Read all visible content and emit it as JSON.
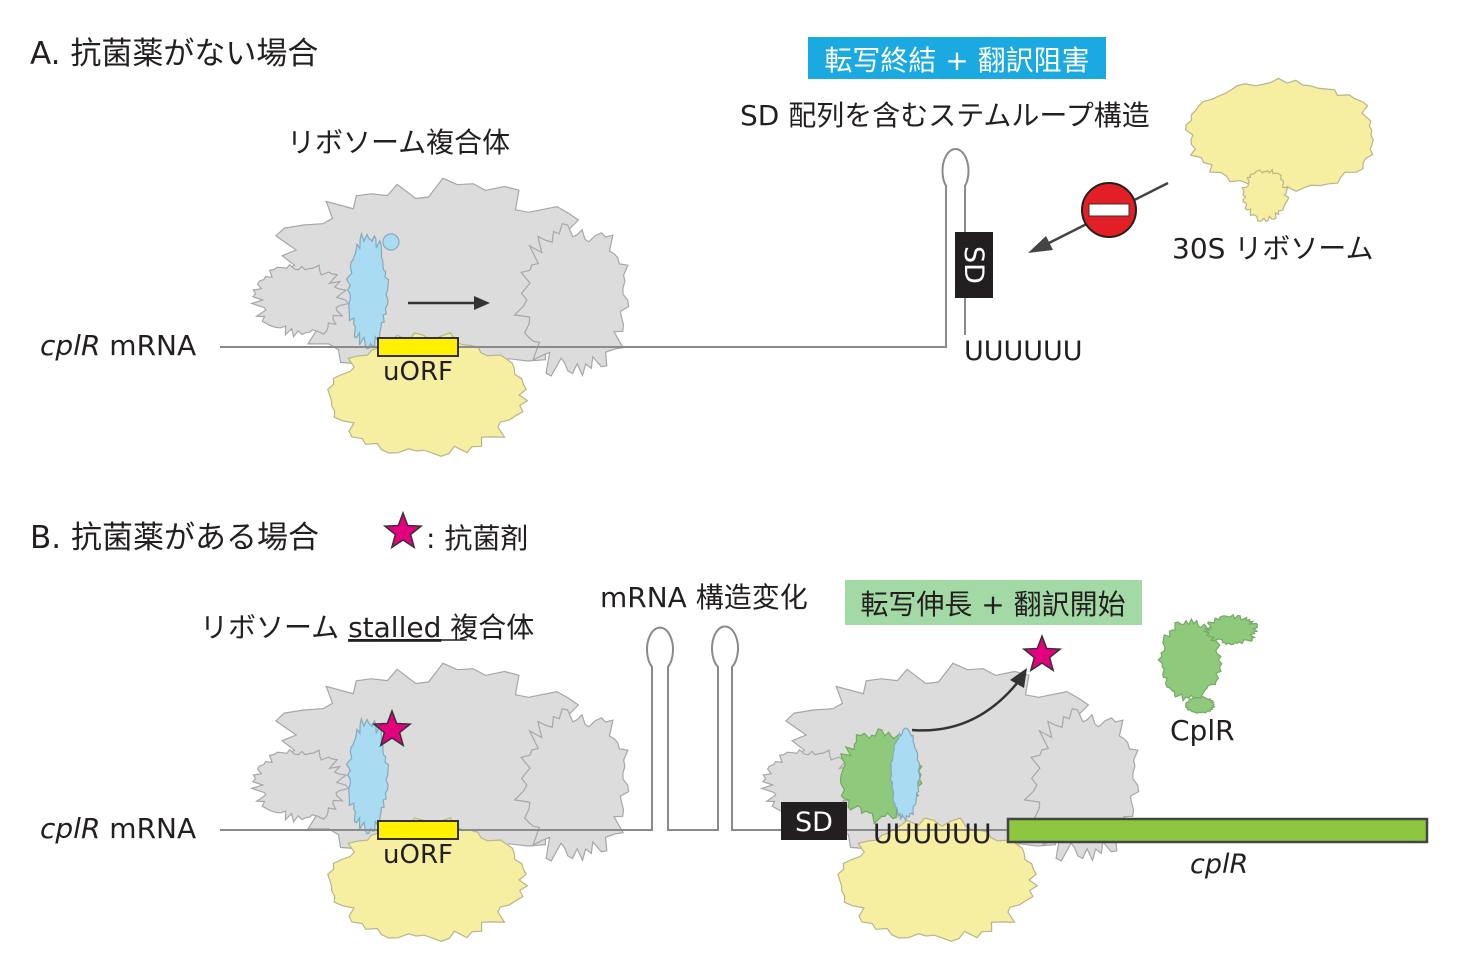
{
  "panel_a": {
    "title": "A. 抗菌薬がない場合",
    "ribosome_complex_label": "リボソーム複合体",
    "mrna_gene": "cplR",
    "mrna_suffix": " mRNA",
    "uorf_label": "uORF",
    "outcome_badge": "転写終結 + 翻訳阻害",
    "stem_loop_label": "SD 配列を含むステムループ構造",
    "sd_label": "SD",
    "polyu_label": "UUUUUU",
    "ribosome_30s_label": "30S リボソーム"
  },
  "panel_b": {
    "title": "B. 抗菌薬がある場合",
    "legend_text": ": 抗菌剤",
    "stalled_prefix": "リボソーム ",
    "stalled_word": "stalled",
    "stalled_suffix": " 複合体",
    "mrna_gene": "cplR",
    "mrna_suffix": " mRNA",
    "uorf_label": "uORF",
    "structure_change_label": "mRNA 構造変化",
    "outcome_badge": "転写伸長 + 翻訳開始",
    "sd_label": "SD",
    "polyu_label": "UUUUUU",
    "gene_label": "cplR",
    "protein_label": "CplR"
  },
  "colors": {
    "terminate_badge": "#1ba9e1",
    "elongate_badge": "#a3d9a5",
    "antibiotic_star": "#e4007f",
    "uorf": "#fff100",
    "cplr_gene": "#8dc63f",
    "no_entry": "#e21f26"
  }
}
